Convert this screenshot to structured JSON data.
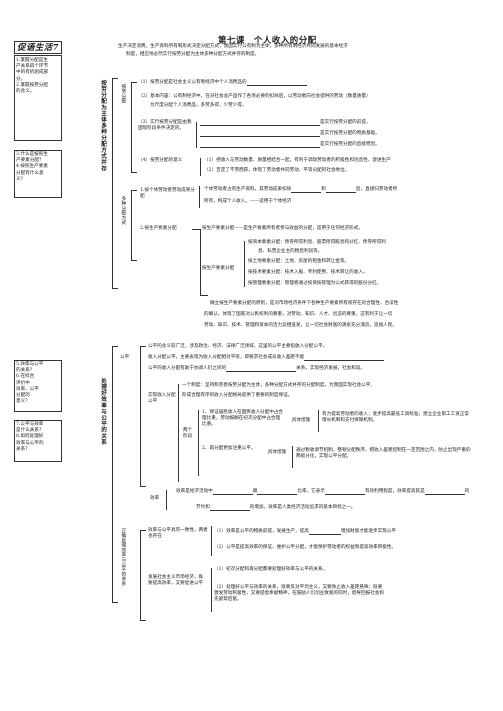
{
  "header": {
    "logo": "促语生活7",
    "title": "第七课　个人收入的分配"
  },
  "intro": [
    "生产决定消费，生产资料所有制形式决定分配方式，我国实行公有制为主体，多种所有制经济共同发展的基本经济",
    "制度，相应地必然实行按劳分配为主体多种分配方式并存的制度。"
  ],
  "sidebar": {
    "goals_1": [
      "1.掌握分配是生",
      "产关系四个环节",
      "中的有机组成部",
      "分。",
      "2.掌握按劳分配",
      "的含义。"
    ],
    "goals_2": [
      "3.什么是按照生",
      "产要素分配？",
      "4.按照生产要素",
      "分配有什么意",
      "义？"
    ],
    "goals_3": [
      "5.效率与公平",
      "的关系？",
      "6.在综合",
      "评价中",
      "效率、公平",
      "分配的",
      "意义？"
    ],
    "goals_4": [
      "7.公平与效率",
      "是什么关系？",
      "8.如何处理好",
      "效率与公平的",
      "关系？"
    ],
    "section_1": "按劳分配为主体多种分配方式并存",
    "section_2": "处理好效率与公平的关系"
  },
  "section1": {
    "labor_label": "按劳分配",
    "labor_items": [
      "（1）按劳分配是社会主义公有制经济中个人消费品的",
      "（2）基本内容：公有制经济中，在对社会总产品作了各项必要的扣除后，以劳动者向社会提供的劳动（数量质量）",
      "为尺度分配个人消费品，多劳多得，少劳少得。"
    ],
    "reason_label": "（3）实行按劳分配是由我国现阶段条件决定的。",
    "reasons": [
      "是实行按劳分配的前提。",
      "是实行按劳分配的物质基础。",
      "是实行按劳分配的直接原因。"
    ],
    "significance_label": "（4）按劳分配的意义",
    "significance": [
      "（1）把收入与劳动数量、质量相结合一起，有利于调动劳动者的积极性和创造性，促进生产",
      "（2）否定了不劳而获，体现了劳动者共同劳动、平等分配的社会地位。"
    ],
    "multi_label": "多种分配方式",
    "labor_others_label": "1.按个体劳动者劳动成果分配",
    "labor_others": [
      "个体劳动者占有生产资料，其劳动成果扣除",
      "和",
      "后，直接归劳动者所",
      "所有，构成个人收入。——适用于个体经济"
    ],
    "factor_label": "2.按生产要素分配",
    "factor_def": "按生产要素分配——是生产要素所有者参与收益的分配，适用于任何经济形式。",
    "factor_types_label": "按生产要素分配",
    "factor_types": [
      "按资本要素分配：债券所得利息、股票所得股息和分红、债券所得利",
      "息、私营企业主的税后利润等。",
      "按土地要素分配：土地、房屋的租金和转让金等。",
      "按技术要素分配：技术入股、专利使用、技术转让的收入。",
      "按管理要素分配：管理者通过投资按管理为公式获得的股份分红。"
    ],
    "factor_meaning": [
      "确立按生产要素分配的原则，是对市场经济条件下各种生产要素所有权存在的合理性、合法性",
      "的确认，体现了国家对公民权利的尊重，对劳动、知识、人才、创造的尊重。这有利于让一切",
      "劳动、知识、技术、管理和资本的活力竞相迸发，让一切社会财富的源泉充分涌流，造福人民。"
    ]
  },
  "section2": {
    "fairness_label": "公平",
    "fairness_lines": [
      "公平的含义较广泛，涉及政治、经济、法律广泛领域，这里的公平主要指收入分配公平。",
      "收入分配公平，主要表现为收入分配相对平等，即要求社会成员收入差距不能",
      "公平的收入分配有助于协调人们之间的",
      "关系，实现经济发展，社会和谐。"
    ],
    "realize_label": "实现收入分配公平",
    "realize_items": [
      "一个制度：坚持和完善按劳分配为主体，多种分配方式并存的分配制度，为我国实现社会公平、",
      "形成合理有序的收入分配格局提供了重要的制度保证。"
    ],
    "two_measures_label": "两个阶段",
    "measures": [
      "1、保证居民收入在国民收入分配中占合理比重，劳动报酬在初次分配中占合理比重。",
      "有力提高劳动者的收入；逐步提高最低工资标准，建立企业职工工资正常增长机制和支付保障机制。",
      "2、再分配更加注重公平。",
      "通过税收调节机制，整顿分配秩序，把收入差距控制在一定范围之内，防止出现严重的两极分化，实现公平分配。"
    ],
    "measure_tag": "具体措施",
    "efficiency_label": "效率",
    "efficiency_lines": [
      "效率是经济活动中",
      "跟",
      "比率，它表示",
      "有效利用程度，效率提高就是",
      "的",
      "节约和",
      "的增加，效率是人类经济活动追求的基本目标之一。"
    ],
    "relation_label": "正确处理效率与公平的关系",
    "unity_label": "效率与公平具有一致性，两者也存在",
    "unity_items": [
      "（1）效率是公平的物质前提，发展生产，提高",
      "增加财富才能逐步实现公平",
      "（2）公平是提高效率的保证，维护公平分配，才能保护劳动者的权益和提高效率积极性。"
    ],
    "develop_label": "发展社会主义市场经济，既要提高效率，又要促进公平",
    "develop_items": [
      "（1）初次分配和再分配都要处理好效率与公平的关系。",
      "（2）处理好公平与效率的关系，既要反对平均主义，又要防止收入差距悬殊；既要激发劳动积极性，又要提倡奉献精神，在鼓励人们创业致富的同时，倡导回报社会和先富帮后富。"
    ]
  }
}
